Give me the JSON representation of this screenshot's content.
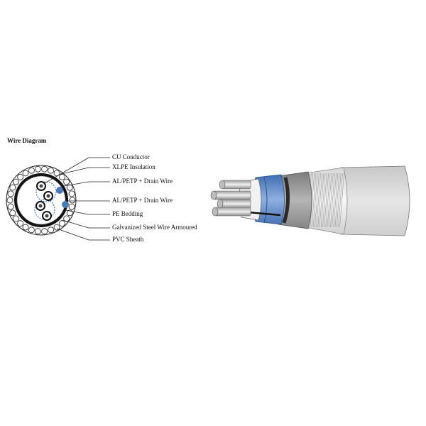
{
  "diagram": {
    "title": "Wire Diagram",
    "labels": [
      "CU Conductor",
      "XLPE Insulation",
      "AL/PETP + Drain Wire",
      "AL/PETP + Drain Wire",
      "PE Bedding",
      "Galvanized Steel Wire Armoured",
      "PVC Sheath"
    ]
  },
  "colors": {
    "screen_blue": "#5b86c4",
    "drain_blue": "#4a78b8",
    "sheath_grey": "#d9d9d9",
    "bedding_grey": "#9a9a9a",
    "armour_silver": "#e8e8e8"
  }
}
